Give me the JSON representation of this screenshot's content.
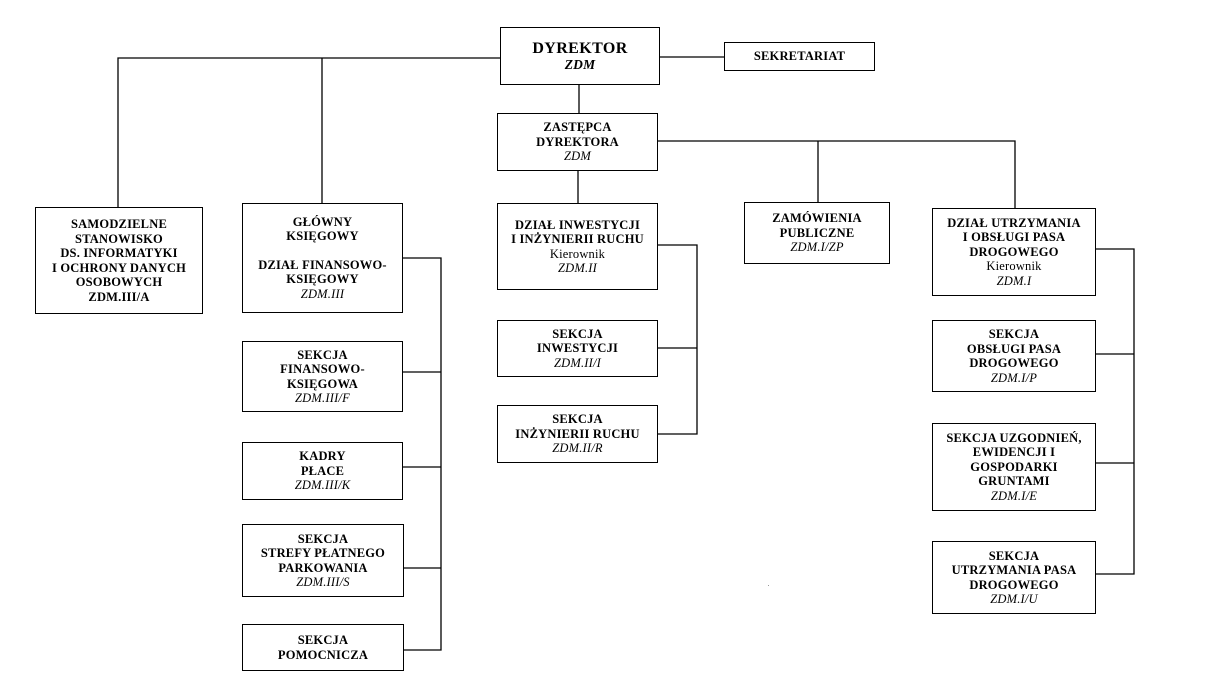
{
  "org_chart": {
    "director": {
      "label": "DYREKTOR",
      "code": "ZDM"
    },
    "secretariat": {
      "label": "SEKRETARIAT"
    },
    "deputy": {
      "label": "ZASTĘPCA\nDYREKTORA",
      "code": "ZDM"
    },
    "it_security": {
      "label": "SAMODZIELNE\nSTANOWISKO\nDS. INFORMATYKI\nI OCHRONY DANYCH\nOSOBOWYCH\nZDM.III/A"
    },
    "chief_accountant": {
      "label": "GŁÓWNY\nKSIĘGOWY",
      "label2": "DZIAŁ FINANSOWO-\nKSIĘGOWY",
      "code": "ZDM.III"
    },
    "finance_section": {
      "label": "SEKCJA\nFINANSOWO-\nKSIĘGOWA",
      "code": "ZDM.III/F"
    },
    "hr_payroll": {
      "label": "KADRY\nPŁACE",
      "code": "ZDM.III/K"
    },
    "parking_section": {
      "label": "SEKCJA\nSTREFY PŁATNEGO\nPARKOWANIA",
      "code": "ZDM.III/S"
    },
    "auxiliary_section": {
      "label": "SEKCJA\nPOMOCNICZA"
    },
    "investment_dept": {
      "label": "DZIAŁ INWESTYCJI\nI INŻYNIERII RUCHU",
      "sub": "Kierownik",
      "code": "ZDM.II"
    },
    "investment_section": {
      "label": "SEKCJA\nINWESTYCJI",
      "code": "ZDM.II/I"
    },
    "traffic_section": {
      "label": "SEKCJA\nINŻYNIERII RUCHU",
      "code": "ZDM.II/R"
    },
    "procurement": {
      "label": "ZAMÓWIENIA\nPUBLICZNE",
      "code": "ZDM.I/ZP"
    },
    "maintenance_dept": {
      "label": "DZIAŁ UTRZYMANIA\nI OBSŁUGI PASA\nDROGOWEGO",
      "sub": "Kierownik",
      "code": "ZDM.I"
    },
    "road_service_section": {
      "label": "SEKCJA\nOBSŁUGI PASA\nDROGOWEGO",
      "code": "ZDM.I/P"
    },
    "land_section": {
      "label": "SEKCJA UZGODNIEŃ,\nEWIDENCJI I\nGOSPODARKI\nGRUNTAMI",
      "code": "ZDM.I/E"
    },
    "road_maintenance_section": {
      "label": "SEKCJA\nUTRZYMANIA PASA\nDROGOWEGO",
      "code": "ZDM.I/U"
    }
  }
}
